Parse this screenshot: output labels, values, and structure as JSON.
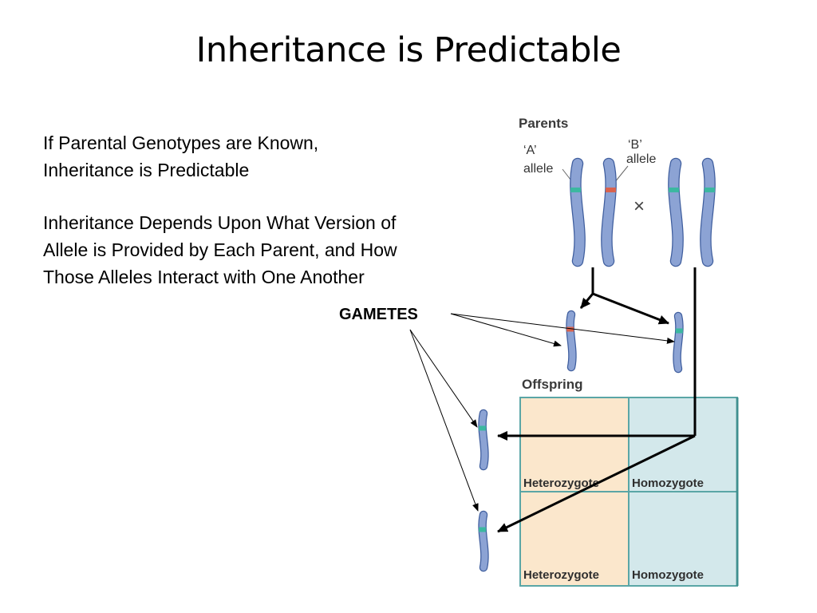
{
  "slide": {
    "title": "Inheritance is Predictable",
    "paragraph_1": [
      "If Parental Genotypes are Known,",
      "Inheritance is Predictable"
    ],
    "paragraph_2": [
      "Inheritance Depends Upon What Version of",
      "Allele is Provided by Each Parent, and How",
      "Those Alleles Interact with One Another"
    ],
    "gametes_label": "GAMETES"
  },
  "figure": {
    "parents_heading": "Parents",
    "allele_a": {
      "name": "‘A’",
      "word": "allele"
    },
    "allele_b": {
      "name": "‘B’",
      "word": "allele"
    },
    "cross_symbol": "×",
    "offspring_heading": "Offspring",
    "cells": [
      {
        "label": "Heterozygote"
      },
      {
        "label": "Homozygote"
      },
      {
        "label": "Heterozygote"
      },
      {
        "label": "Homozygote"
      }
    ],
    "colors": {
      "chromosome_fill": "#8ca3d4",
      "chromosome_stroke": "#3f5e9e",
      "allele_a_band": "#3bb8a0",
      "allele_b_band": "#d9624d",
      "heterozygote_bg": "#fbe7cc",
      "homozygote_bg": "#d3e8eb",
      "grid_border": "#5aa6a6"
    }
  }
}
